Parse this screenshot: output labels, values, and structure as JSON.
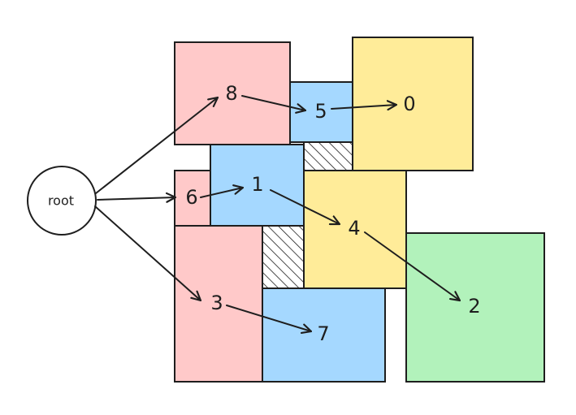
{
  "colors": {
    "pink": "#ffc9c9",
    "blue": "#a5d8ff",
    "yellow": "#ffec99",
    "green": "#b2f2bb",
    "stroke": "#1e1e1e",
    "background": "#ffffff"
  },
  "root": {
    "label": "root"
  },
  "nodes": {
    "n0": "0",
    "n1": "1",
    "n2": "2",
    "n3": "3",
    "n4": "4",
    "n5": "5",
    "n6": "6",
    "n7": "7",
    "n8": "8"
  },
  "edges": [
    {
      "from": "root",
      "to": "8"
    },
    {
      "from": "root",
      "to": "6"
    },
    {
      "from": "root",
      "to": "3"
    },
    {
      "from": "8",
      "to": "5"
    },
    {
      "from": "5",
      "to": "0"
    },
    {
      "from": "6",
      "to": "1"
    },
    {
      "from": "1",
      "to": "4"
    },
    {
      "from": "4",
      "to": "2"
    },
    {
      "from": "3",
      "to": "7"
    }
  ]
}
